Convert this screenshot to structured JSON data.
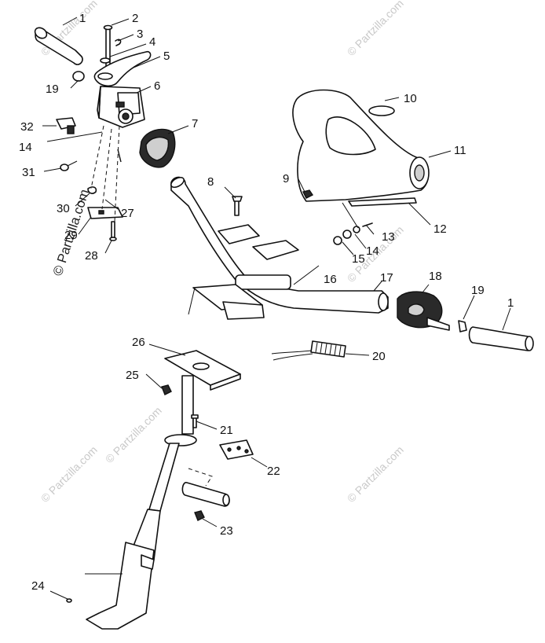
{
  "watermark": {
    "small_text": "© Partzilla.com",
    "big_text": "© Partzilla.com"
  },
  "callouts": [
    {
      "id": "c1a",
      "text": "1"
    },
    {
      "id": "c2",
      "text": "2"
    },
    {
      "id": "c3",
      "text": "3"
    },
    {
      "id": "c4",
      "text": "4"
    },
    {
      "id": "c5",
      "text": "5"
    },
    {
      "id": "c6",
      "text": "6"
    },
    {
      "id": "c7",
      "text": "7"
    },
    {
      "id": "c8",
      "text": "8"
    },
    {
      "id": "c9",
      "text": "9"
    },
    {
      "id": "c10",
      "text": "10"
    },
    {
      "id": "c11",
      "text": "11"
    },
    {
      "id": "c12",
      "text": "12"
    },
    {
      "id": "c13",
      "text": "13"
    },
    {
      "id": "c14a",
      "text": "14"
    },
    {
      "id": "c14b",
      "text": "14"
    },
    {
      "id": "c15",
      "text": "15"
    },
    {
      "id": "c16",
      "text": "16"
    },
    {
      "id": "c17",
      "text": "17"
    },
    {
      "id": "c18",
      "text": "18"
    },
    {
      "id": "c19a",
      "text": "19"
    },
    {
      "id": "c19b",
      "text": "19"
    },
    {
      "id": "c1b",
      "text": "1"
    },
    {
      "id": "c20",
      "text": "20"
    },
    {
      "id": "c21",
      "text": "21"
    },
    {
      "id": "c22",
      "text": "22"
    },
    {
      "id": "c23",
      "text": "23"
    },
    {
      "id": "c24",
      "text": "24"
    },
    {
      "id": "c25",
      "text": "25"
    },
    {
      "id": "c26",
      "text": "26"
    },
    {
      "id": "c27",
      "text": "27"
    },
    {
      "id": "c28",
      "text": "28"
    },
    {
      "id": "c29",
      "text": "29"
    },
    {
      "id": "c30",
      "text": "30"
    },
    {
      "id": "c31",
      "text": "31"
    },
    {
      "id": "c32",
      "text": "32"
    }
  ]
}
